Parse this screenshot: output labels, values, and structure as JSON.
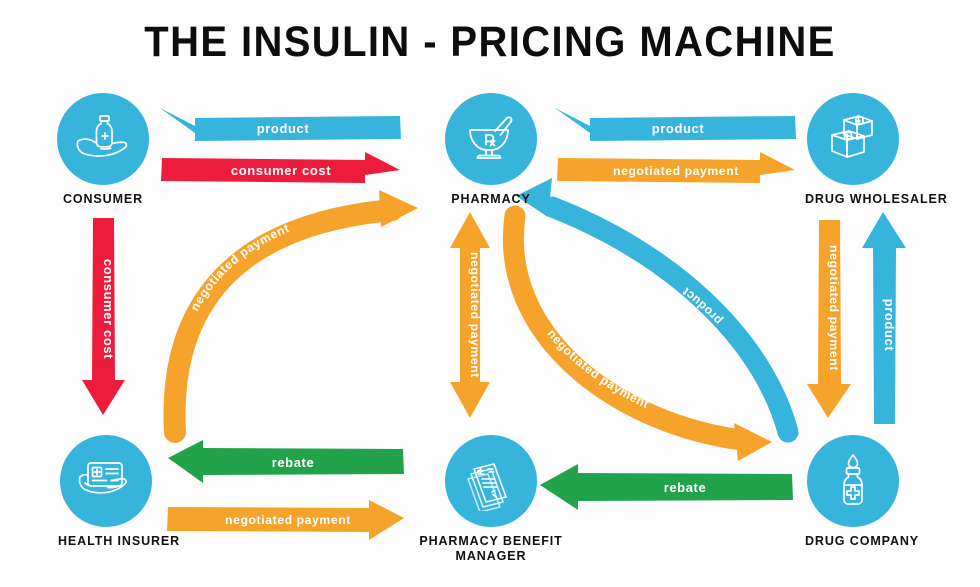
{
  "title": "THE INSULIN - PRICING MACHINE",
  "colors": {
    "blue": "#36B4DC",
    "red": "#EE1C3C",
    "orange": "#F5A32A",
    "green": "#22A24B",
    "text": "#111111",
    "background": "#FFFFFF"
  },
  "nodes": [
    {
      "id": "consumer",
      "label": "CONSUMER",
      "icon": "hand-holding-pill-bottle-icon"
    },
    {
      "id": "pharmacy",
      "label": "PHARMACY",
      "icon": "mortar-and-pestle-rx-icon"
    },
    {
      "id": "wholesaler",
      "label": "DRUG WHOLESALER",
      "icon": "stacked-boxes-icon"
    },
    {
      "id": "insurer",
      "label": "HEALTH INSURER",
      "icon": "hand-holding-insurance-card-icon"
    },
    {
      "id": "pbm",
      "label": "PHARMACY BENEFIT MANAGER",
      "icon": "prescription-documents-icon"
    },
    {
      "id": "drugcompany",
      "label": "DRUG COMPANY",
      "icon": "medicine-vial-icon"
    }
  ],
  "flows": [
    {
      "id": "product-pharmacy-to-consumer",
      "label": "product",
      "color": "#36B4DC",
      "from": "pharmacy",
      "to": "consumer",
      "direction": "left"
    },
    {
      "id": "consumer-cost-consumer-to-pharmacy",
      "label": "consumer cost",
      "color": "#EE1C3C",
      "from": "consumer",
      "to": "pharmacy",
      "direction": "right"
    },
    {
      "id": "product-wholesaler-to-pharmacy",
      "label": "product",
      "color": "#36B4DC",
      "from": "wholesaler",
      "to": "pharmacy",
      "direction": "left"
    },
    {
      "id": "payment-pharmacy-to-wholesaler",
      "label": "negotiated payment",
      "color": "#F5A32A",
      "from": "pharmacy",
      "to": "wholesaler",
      "direction": "right"
    },
    {
      "id": "consumer-cost-consumer-to-insurer",
      "label": "consumer cost",
      "color": "#EE1C3C",
      "from": "consumer",
      "to": "insurer",
      "direction": "down"
    },
    {
      "id": "payment-insurer-to-pharmacy",
      "label": "negotiated payment",
      "color": "#F5A32A",
      "from": "insurer",
      "to": "pharmacy",
      "direction": "curve-up-right"
    },
    {
      "id": "payment-pharmacy-pbm",
      "label": "negotiated payment",
      "color": "#F5A32A",
      "from": "pharmacy",
      "to": "pbm",
      "direction": "both"
    },
    {
      "id": "product-drugcompany-to-pharmacy",
      "label": "product",
      "color": "#36B4DC",
      "from": "drugcompany",
      "to": "pharmacy",
      "direction": "curve-up-left"
    },
    {
      "id": "payment-pharmacy-to-drugcompany",
      "label": "negotiated payment",
      "color": "#F5A32A",
      "from": "pharmacy",
      "to": "drugcompany",
      "direction": "curve-down-right"
    },
    {
      "id": "payment-wholesaler-to-drugcompany",
      "label": "negotiated payment",
      "color": "#F5A32A",
      "from": "wholesaler",
      "to": "drugcompany",
      "direction": "down"
    },
    {
      "id": "product-drugcompany-to-wholesaler",
      "label": "product",
      "color": "#36B4DC",
      "from": "drugcompany",
      "to": "wholesaler",
      "direction": "up"
    },
    {
      "id": "rebate-pbm-to-insurer",
      "label": "rebate",
      "color": "#22A24B",
      "from": "pbm",
      "to": "insurer",
      "direction": "left"
    },
    {
      "id": "payment-insurer-to-pbm",
      "label": "negotiated payment",
      "color": "#F5A32A",
      "from": "insurer",
      "to": "pbm",
      "direction": "right"
    },
    {
      "id": "rebate-drugcompany-to-pbm",
      "label": "rebate",
      "color": "#22A24B",
      "from": "drugcompany",
      "to": "pbm",
      "direction": "left"
    }
  ]
}
